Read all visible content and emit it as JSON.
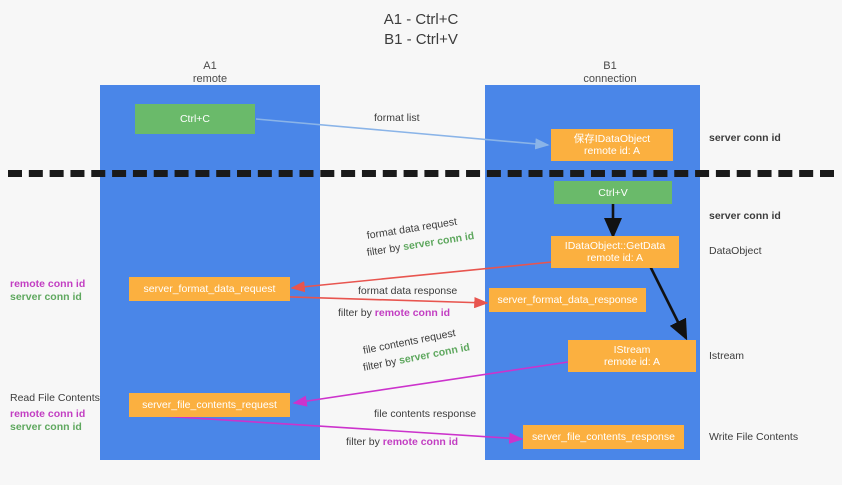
{
  "title": {
    "line1": "A1 - Ctrl+C",
    "line2": "B1 - Ctrl+V"
  },
  "colors": {
    "lane": "#4a86e8",
    "green_box": "#6aba6a",
    "orange_box": "#fbb040",
    "server_conn_id": "#5fa85f",
    "remote_conn_id": "#c23ec2",
    "arrow_blue": "#8ab4e8",
    "arrow_red": "#e8554f",
    "arrow_magenta": "#cc33cc",
    "arrow_black": "#111111",
    "background": "#f7f7f7"
  },
  "lanes": [
    {
      "name": "A1",
      "sub": "remote"
    },
    {
      "name": "B1",
      "sub": "connection"
    }
  ],
  "boxes": {
    "ctrl_c": "Ctrl+C",
    "ctrl_v": "Ctrl+V",
    "save_idataobject_line1": "保存IDataObject",
    "save_idataobject_line2": "remote id: A",
    "getdata_line1": "IDataObject::GetData",
    "getdata_line2": "remote id: A",
    "istream_line1": "IStream",
    "istream_line2": "remote id: A",
    "server_format_data_request": "server_format_data_request",
    "server_format_data_response": "server_format_data_response",
    "server_file_contents_request": "server_file_contents_request",
    "server_file_contents_response": "server_file_contents_response"
  },
  "edge_labels": {
    "format_list": "format list",
    "format_data_request": "format data request",
    "format_data_response": "format data response",
    "file_contents_request": "file contents request",
    "file_contents_response": "file contents response",
    "filter_by": "filter by ",
    "server_conn_id": "server conn id",
    "remote_conn_id": "remote conn id"
  },
  "right_annotations": [
    {
      "key": "server_conn_id_top",
      "text": "server conn id",
      "style": "green"
    },
    {
      "key": "server_conn_id_mid",
      "text": "server conn id",
      "style": "green"
    },
    {
      "key": "dataobject",
      "text": "DataObject",
      "style": "plain"
    },
    {
      "key": "istream",
      "text": "Istream",
      "style": "plain"
    },
    {
      "key": "write_file_contents",
      "text": "Write File Contents",
      "style": "plain"
    }
  ],
  "left_annotations": {
    "group1": {
      "remote": "remote conn id",
      "server": "server conn id"
    },
    "group2": {
      "heading": "Read File Contents",
      "remote": "remote conn id",
      "server": "server conn id"
    }
  }
}
